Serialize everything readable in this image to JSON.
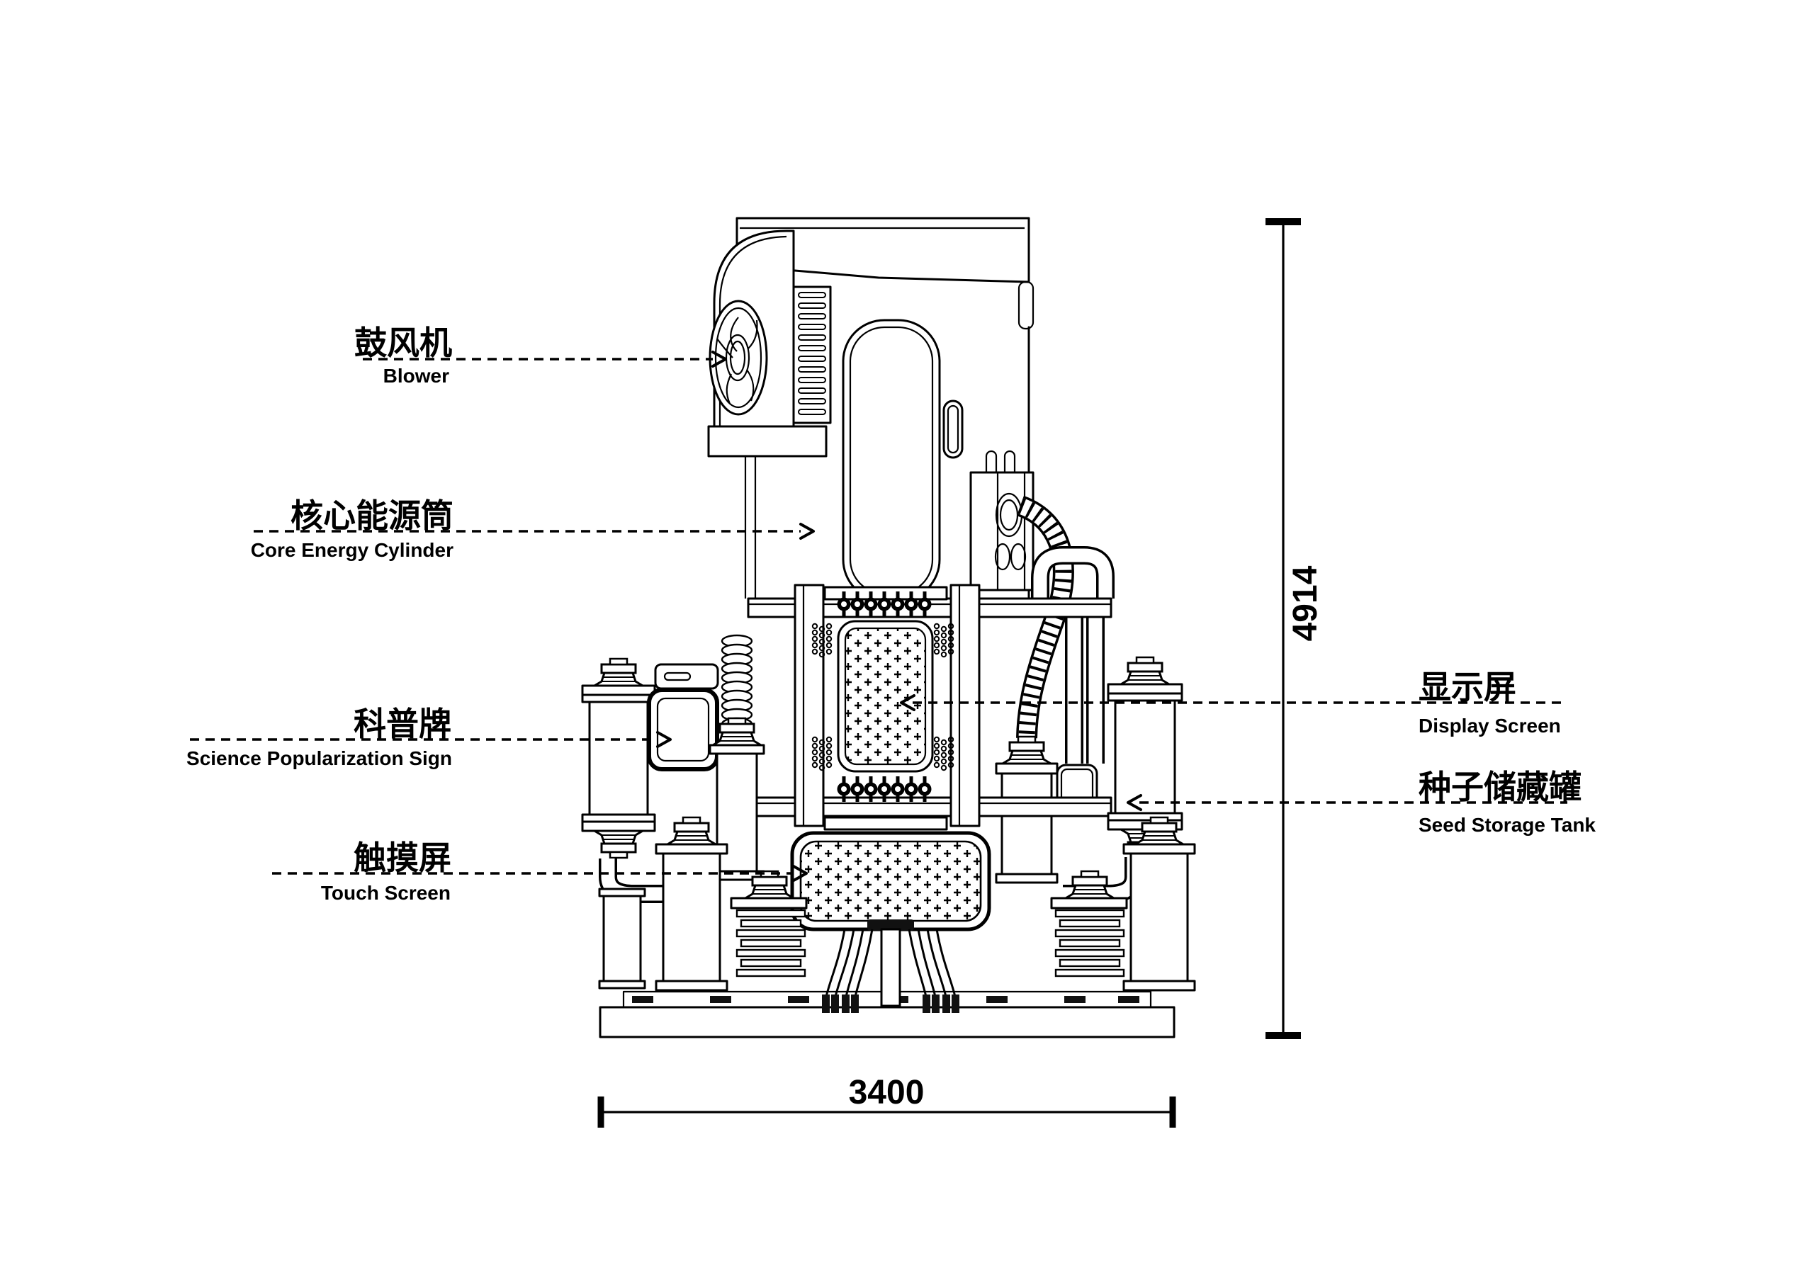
{
  "figure": {
    "type": "technical-elevation-diagram",
    "subject": "seed science machine front elevation with callouts",
    "colors": {
      "ink": "#000000",
      "background": "#ffffff"
    }
  },
  "labels": {
    "blower": {
      "zh": "鼓风机",
      "en": "Blower"
    },
    "core_cylinder": {
      "zh": "核心能源筒",
      "en": "Core Energy Cylinder"
    },
    "science_sign": {
      "zh": "科普牌",
      "en": "Science Popularization Sign"
    },
    "touch_screen": {
      "zh": "触摸屏",
      "en": "Touch Screen"
    },
    "display_screen": {
      "zh": "显示屏",
      "en": "Display Screen"
    },
    "seed_tank": {
      "zh": "种子储藏罐",
      "en": "Seed Storage Tank"
    }
  },
  "dimensions": {
    "height_mm": "4914",
    "width_mm": "3400"
  }
}
